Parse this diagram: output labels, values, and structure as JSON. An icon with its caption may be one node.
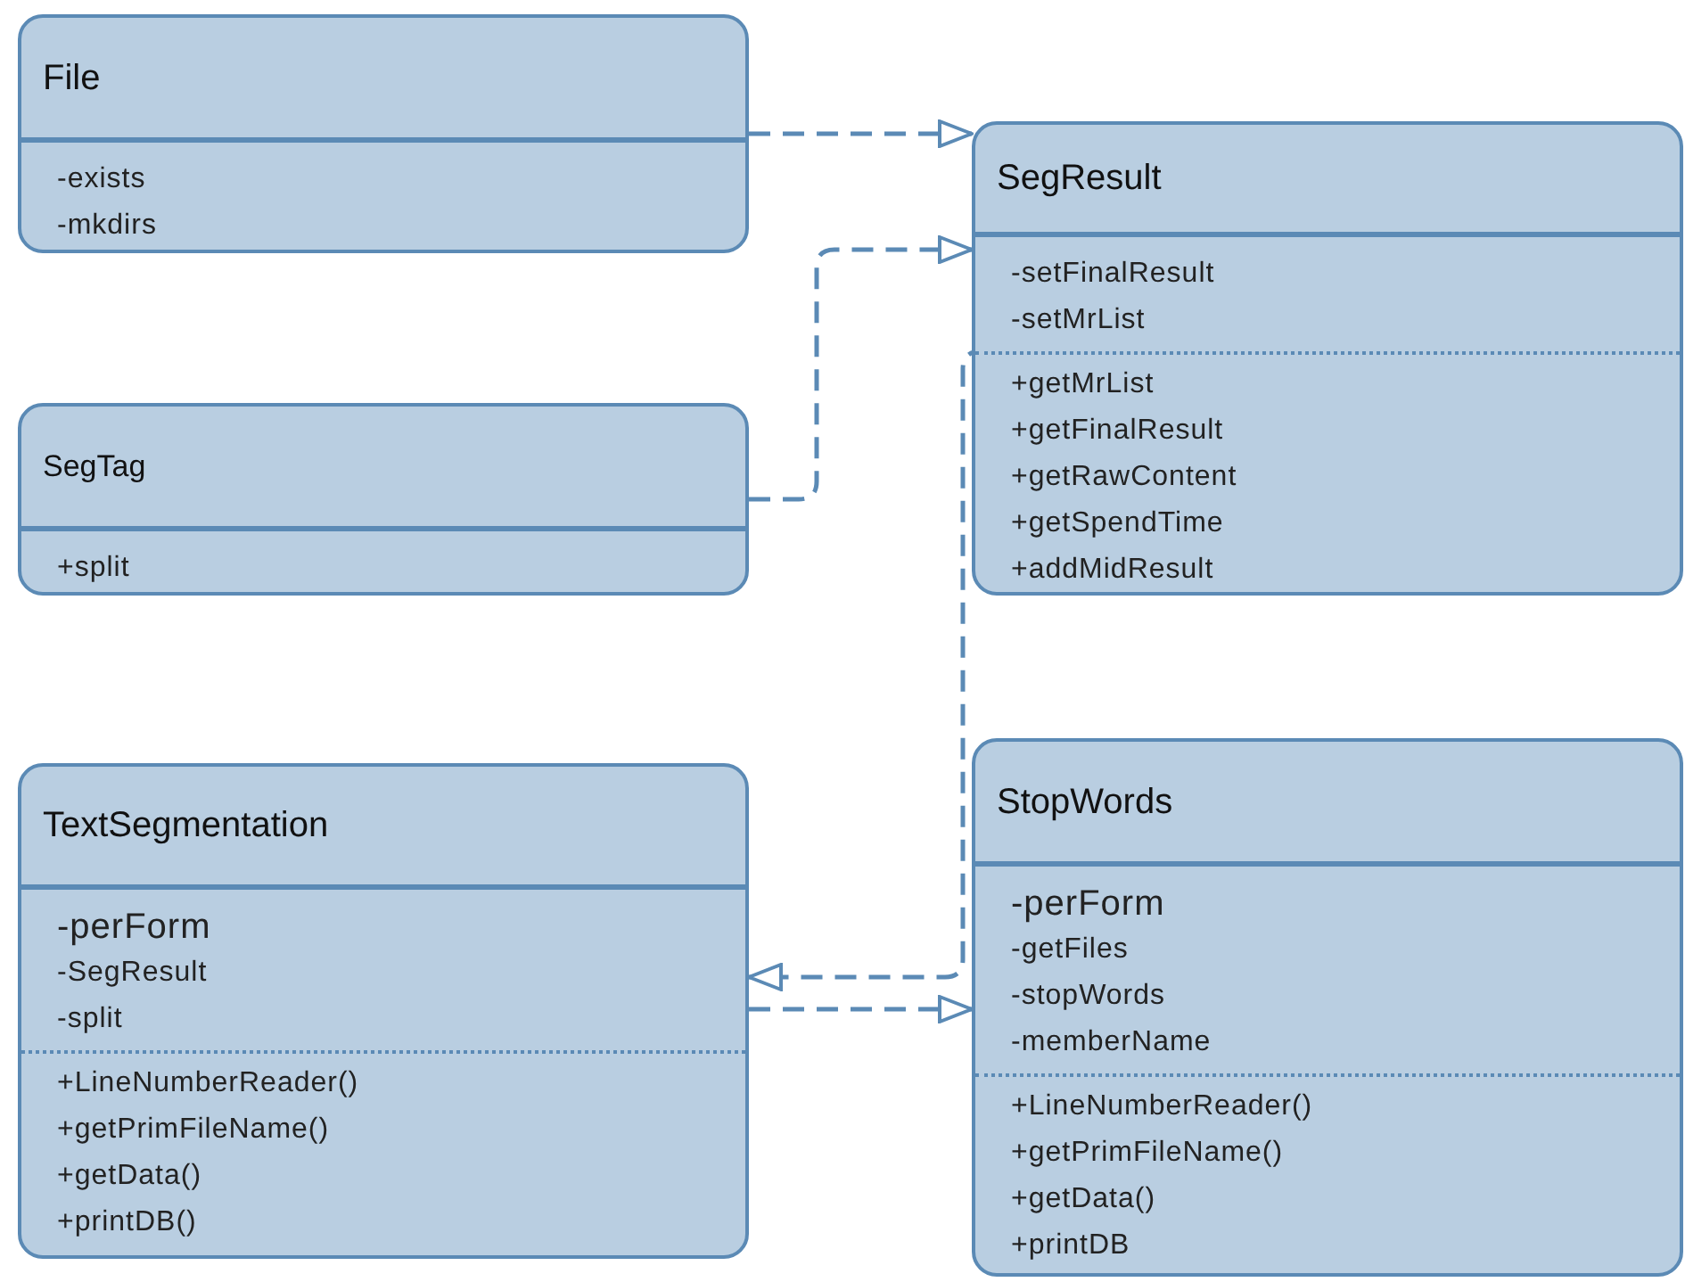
{
  "diagram": {
    "nodes": [
      {
        "text": [
          "File",
          "-exists",
          "-mkdirs"
        ]
      },
      {
        "text": [
          "SegResult",
          "-setFinalResult",
          "-setMrList",
          "+getMrList",
          "+getFinalResult",
          "+getRawContent",
          "+getSpendTime",
          "+addMidResult"
        ]
      },
      {
        "text": [
          "SegTag",
          "+split"
        ]
      },
      {
        "text": [
          "TextSegmentation",
          "-perForm",
          "-SegResult",
          "-split",
          "+LineNumberReader()",
          "+getPrimFileName()",
          "+getData()",
          "+printDB()"
        ]
      },
      {
        "text": [
          "StopWords",
          "-perForm",
          "-getFiles",
          "-stopWords",
          "-memberName",
          "+LineNumberReader()",
          "+getPrimFileName()",
          "+getData()",
          "+printDB"
        ]
      }
    ],
    "edges": [
      {
        "from": 0,
        "to": 1,
        "arrow": "to",
        "style": "dashed"
      },
      {
        "from": 2,
        "to": 1,
        "arrow": "to",
        "style": "dashed"
      },
      {
        "from": 1,
        "to": 3,
        "arrow": "to",
        "style": "dashed"
      },
      {
        "from": 3,
        "to": 4,
        "arrow": "to",
        "style": "dashed"
      }
    ]
  }
}
